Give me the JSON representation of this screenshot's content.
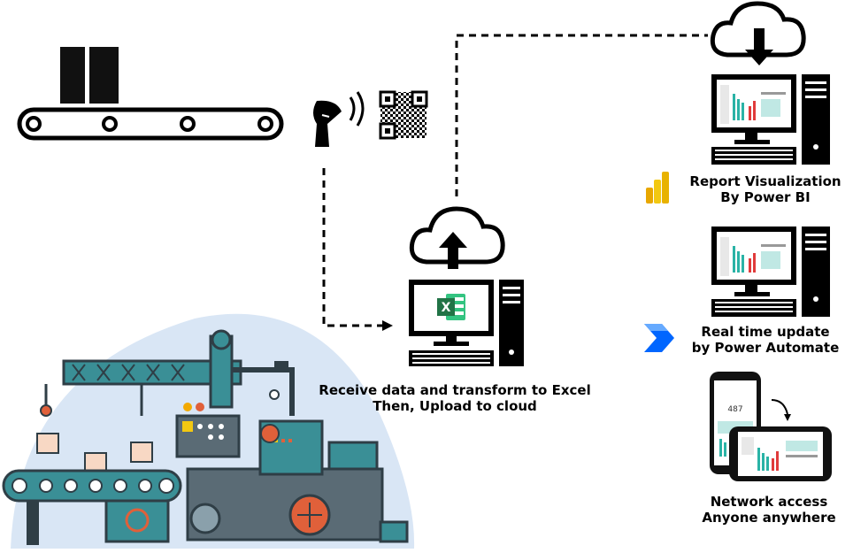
{
  "labels": {
    "receive_line1": "Receive data and transform to Excel",
    "receive_line2": "Then, Upload to cloud",
    "report_line1": "Report Visualization",
    "report_line2": "By Power BI",
    "realtime_line1": "Real time update",
    "realtime_line2": "by Power Automate",
    "network_line1": "Network access",
    "network_line2": "Anyone anywhere"
  },
  "phone": {
    "value": "487"
  },
  "colors": {
    "machine_teal": "#3a8f96",
    "machine_dark": "#2f3e46",
    "machine_bg": "#d9e6f5",
    "excel_green": "#217346",
    "powerbi_yellow": "#f2c811",
    "automate_blue": "#0066ff",
    "line": "#000000"
  },
  "icons": [
    "box-icon",
    "conveyor-icon",
    "barcode-scanner-icon",
    "qr-code-icon",
    "cloud-upload-icon",
    "cloud-download-icon",
    "computer-excel-icon",
    "excel-icon",
    "computer-report-icon",
    "power-bi-icon",
    "power-automate-icon",
    "phone-icon",
    "tablet-icon",
    "rotate-arrow-icon",
    "factory-machine-illustration"
  ]
}
